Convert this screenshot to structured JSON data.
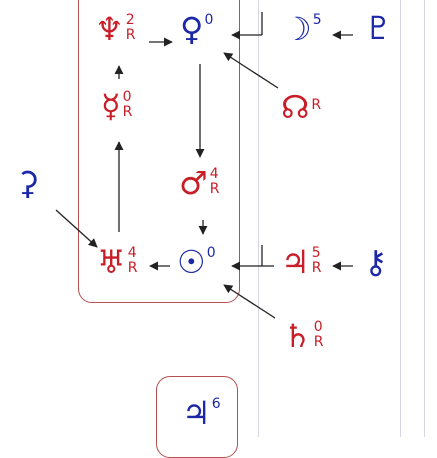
{
  "colors": {
    "malefic": "#c81e28",
    "benefic": "#1c28a8",
    "frame": "#b45050",
    "arrow": "#222222",
    "gridline": "#d6d6e6"
  },
  "nodes": {
    "neptune": {
      "glyph": "♆",
      "degree": "2",
      "retro": "R"
    },
    "venus": {
      "glyph": "♀",
      "degree": "0"
    },
    "moon": {
      "glyph": "☽",
      "degree": "5"
    },
    "pluto": {
      "glyph": "♇"
    },
    "mercury": {
      "glyph": "☿",
      "degree": "0",
      "retro": "R"
    },
    "north_node": {
      "glyph": "☊",
      "retro": "R"
    },
    "ceres": {
      "glyph": "⚳"
    },
    "mars": {
      "glyph": "♂",
      "degree": "4",
      "retro": "R"
    },
    "uranus": {
      "glyph": "♅",
      "degree": "4",
      "retro": "R"
    },
    "sun": {
      "glyph": "☉",
      "degree": "0"
    },
    "chiron_source": {
      "glyph": "♃",
      "degree": "5",
      "retro": "R"
    },
    "chiron": {
      "glyph": "⚷"
    },
    "saturn": {
      "glyph": "♄",
      "degree": "0",
      "retro": "R"
    },
    "jupiter": {
      "glyph": "♃",
      "degree": "6"
    }
  }
}
